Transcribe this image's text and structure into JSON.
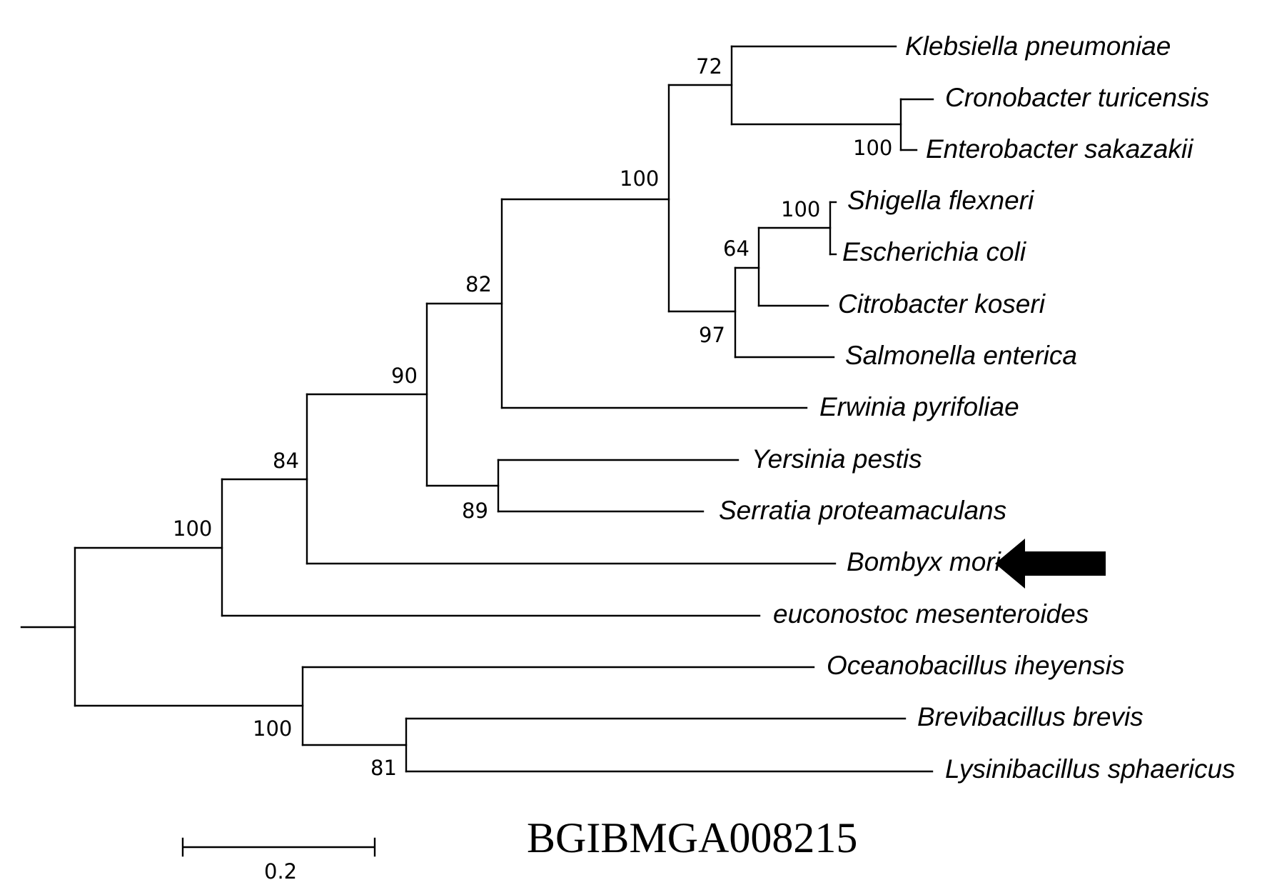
{
  "figure": {
    "title": "BGIBMGA008215",
    "scale_bar": {
      "label": "0.2"
    },
    "highlight_arrow": {
      "target": "Bombyx mori",
      "color": "#000000",
      "direction": "left"
    }
  },
  "taxa": [
    "Klebsiella pneumoniae",
    "Cronobacter turicensis",
    "Enterobacter sakazakii",
    "Shigella flexneri",
    "Escherichia coli",
    "Citrobacter koseri",
    "Salmonella enterica",
    "Erwinia pyrifoliae",
    "Yersinia pestis",
    "Serratia proteamaculans",
    "Bombyx mori",
    "euconostoc mesenteroides",
    "Oceanobacillus iheyensis",
    "Brevibacillus brevis",
    "Lysinibacillus sphaericus"
  ],
  "bootstrap": [
    "72",
    "100",
    "100",
    "100",
    "64",
    "97",
    "82",
    "90",
    "89",
    "84",
    "100",
    "100",
    "81"
  ]
}
